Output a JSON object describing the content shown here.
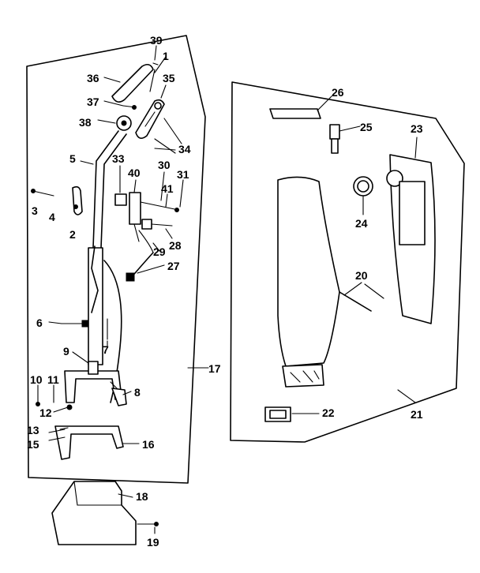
{
  "labels": {
    "l39": "39",
    "l1": "1",
    "l36": "36",
    "l35": "35",
    "l37": "37",
    "l38": "38",
    "l34": "34",
    "l5": "5",
    "l33": "33",
    "l30": "30",
    "l40": "40",
    "l31": "31",
    "l41": "41",
    "l3": "3",
    "l4": "4",
    "l2": "2",
    "l28": "28",
    "l29": "29",
    "l27": "27",
    "l6": "6",
    "l7": "7",
    "l9": "9",
    "l17": "17",
    "l10": "10",
    "l11": "11",
    "l8": "8",
    "l12": "12",
    "l13": "13",
    "l15": "15",
    "l16": "16",
    "l18": "18",
    "l19": "19",
    "l26": "26",
    "l25": "25",
    "l23": "23",
    "l24": "24",
    "l20": "20",
    "l22": "22",
    "l21": "21"
  }
}
